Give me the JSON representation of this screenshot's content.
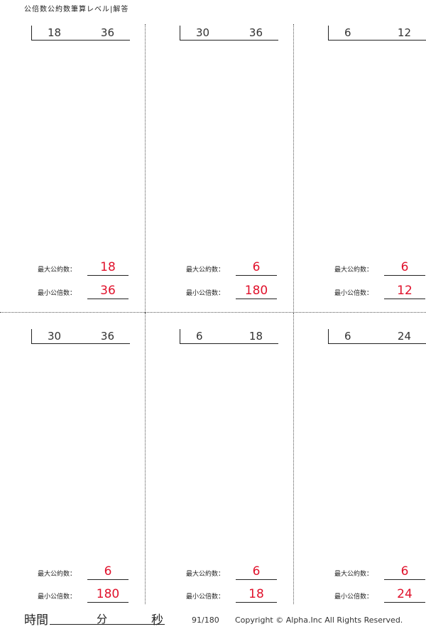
{
  "header": {
    "title": "公倍数公約数筆算レベル|解答"
  },
  "labels": {
    "gcd": "最大公約数：",
    "lcm": "最小公倍数："
  },
  "problems": [
    {
      "a": "18",
      "b": "36",
      "gcd": "18",
      "lcm": "36"
    },
    {
      "a": "30",
      "b": "36",
      "gcd": "6",
      "lcm": "180"
    },
    {
      "a": "6",
      "b": "12",
      "gcd": "6",
      "lcm": "12"
    },
    {
      "a": "30",
      "b": "36",
      "gcd": "6",
      "lcm": "180"
    },
    {
      "a": "6",
      "b": "18",
      "gcd": "6",
      "lcm": "18"
    },
    {
      "a": "6",
      "b": "24",
      "gcd": "6",
      "lcm": "24"
    }
  ],
  "footer": {
    "time_label": "時間",
    "minute_label": "分",
    "second_label": "秒",
    "page": "91/180",
    "copyright": "Copyright © Alpha.Inc All Rights Reserved."
  },
  "colors": {
    "answer": "#e0112b"
  }
}
